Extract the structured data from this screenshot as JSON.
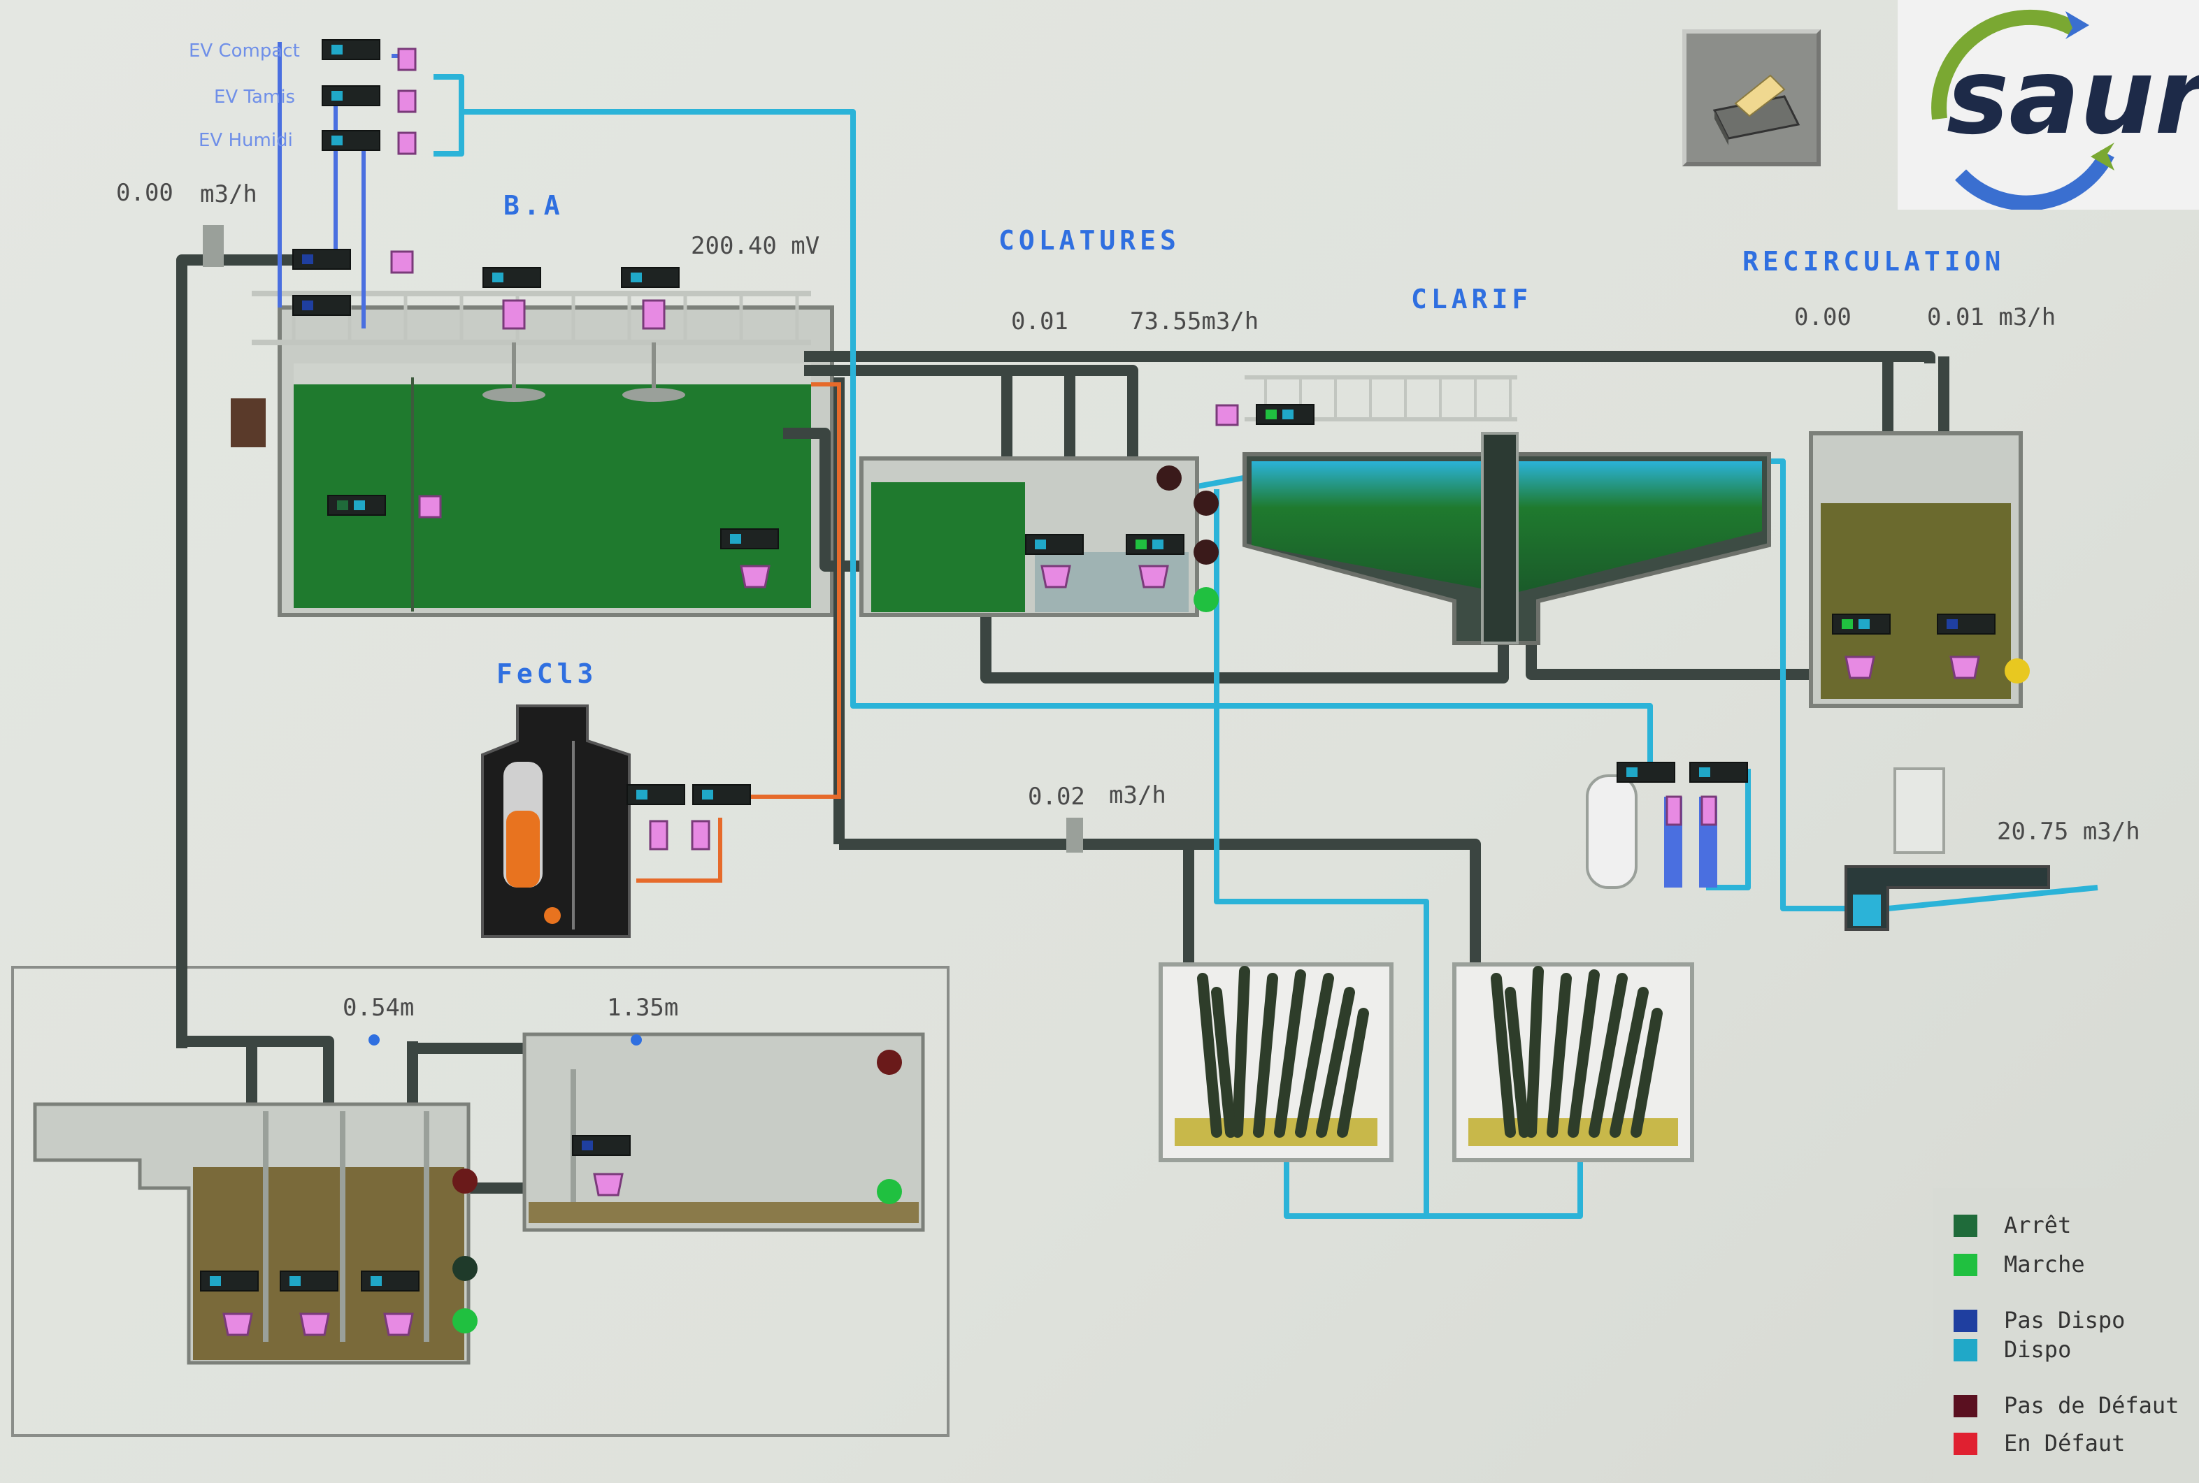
{
  "screen": {
    "sections": {
      "ba": "B.A",
      "colatures": "COLATURES",
      "clarif": "CLARIF",
      "recirculation": "RECIRCULATION",
      "fecl3": "FeCl3"
    },
    "valves": {
      "ev_compact": "EV Compact",
      "ev_tamis": "EV Tamis",
      "ev_humidi": "EV Humidi"
    },
    "readings": {
      "inlet_flow": "0.00",
      "inlet_flow_unit": "m3/h",
      "redox": "200.40 mV",
      "colatures_a": "0.01",
      "colatures_b": "73.55m3/h",
      "recirc_a": "0.00",
      "recirc_b": "0.01 m3/h",
      "mid_flow": "0.02",
      "mid_flow_unit": "m3/h",
      "outlet_flow": "20.75 m3/h",
      "level_1": "0.54m",
      "level_2": "1.35m"
    },
    "legend": [
      {
        "label": "Arrêt",
        "color": "#1f6b3a"
      },
      {
        "label": "Marche",
        "color": "#20c040"
      },
      {
        "label": "Pas Dispo",
        "color": "#1f3fa0"
      },
      {
        "label": "Dispo",
        "color": "#20a8c8"
      },
      {
        "label": "Pas de Défaut",
        "color": "#5a1020"
      },
      {
        "label": "En Défaut",
        "color": "#e02030"
      }
    ],
    "logo_text": "saur",
    "colors": {
      "pipe_dark": "#3b4541",
      "pipe_cyan": "#2bb3d8",
      "pipe_orange": "#e66a2a",
      "water_green": "#1f7a2e",
      "sludge": "#7a6a3a",
      "title_blue": "#2f6fe0"
    },
    "icons": {
      "print_button": "printer-icon",
      "logo": "saur-logo-icon"
    }
  }
}
